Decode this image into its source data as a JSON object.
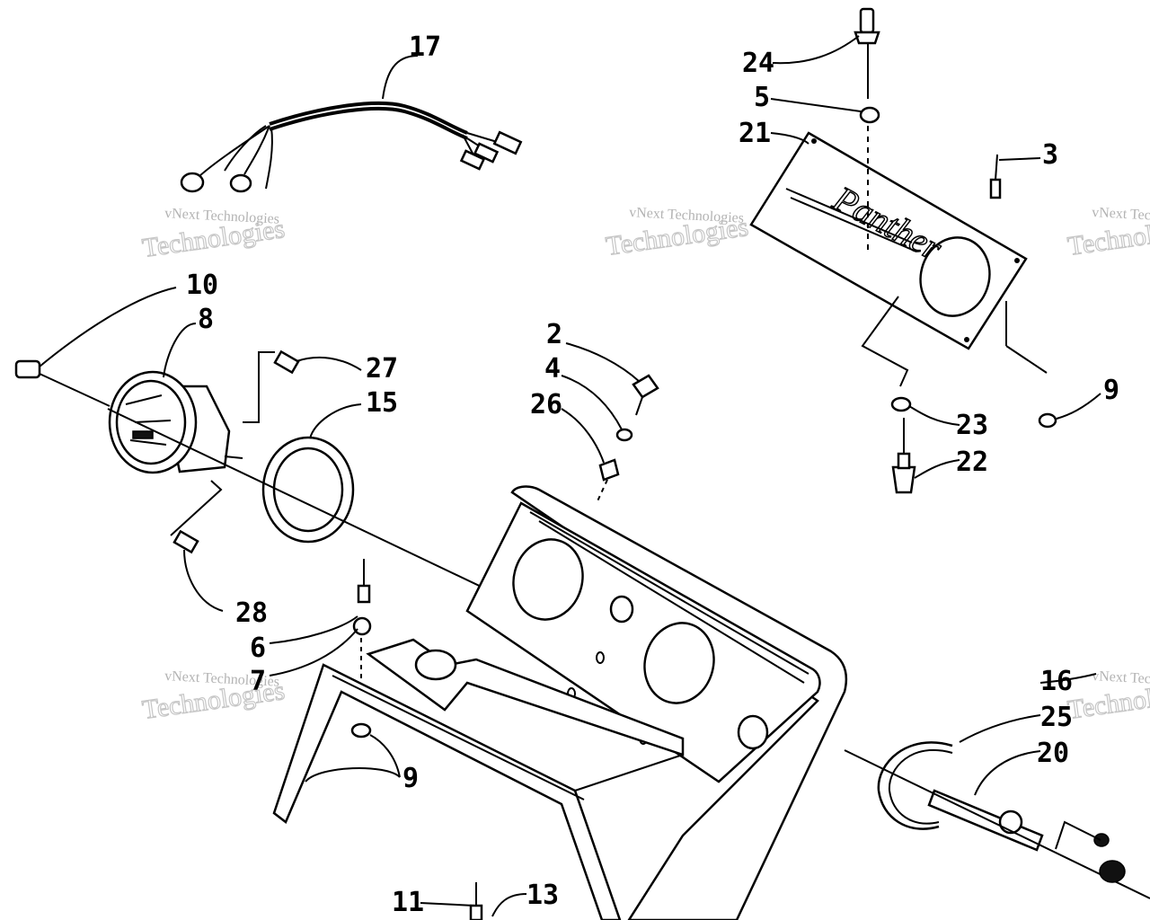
{
  "callouts": [
    "17",
    "24",
    "5",
    "21",
    "3",
    "10",
    "8",
    "27",
    "15",
    "2",
    "4",
    "26",
    "9",
    "23",
    "22",
    "28",
    "6",
    "7",
    "9",
    "16",
    "25",
    "20",
    "11",
    "13"
  ],
  "watermark": {
    "line1": "vNext Technologies",
    "line2": "Technologies"
  },
  "plate_script": "Panther"
}
